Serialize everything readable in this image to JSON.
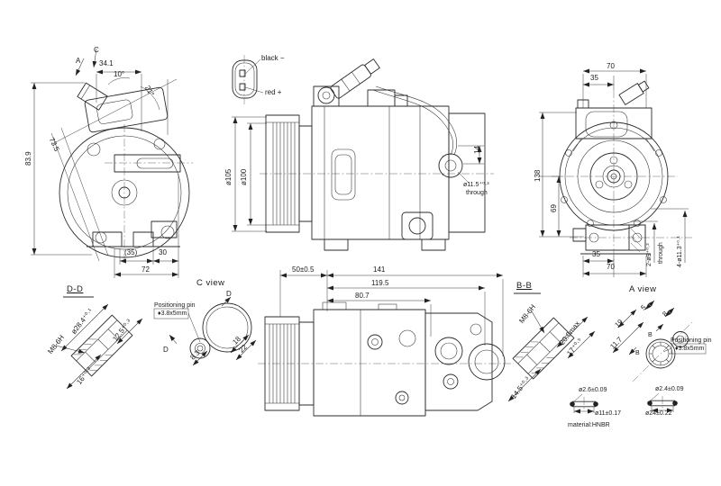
{
  "page": {
    "background": "#ffffff",
    "line_color": "#2b2b2b"
  },
  "front_view": {
    "view_arrow_a": "A",
    "view_arrow_c": "C",
    "dim_width_top": "34.1",
    "angle_tilt": "10°",
    "angle_port": "21°",
    "dim_height": "83.9",
    "dim_diag": "73.5",
    "dim_foot_ref": "(35)",
    "dim_foot": "30",
    "dim_base": "72"
  },
  "connector_detail": {
    "pin_black": "black −",
    "pin_red": "red +"
  },
  "side_view": {
    "dim_pulley_od": "ø105",
    "dim_pulley_pd": "ø100",
    "dim_lug_offset": "14",
    "dim_lug_hole": "ø11.5⁺⁰·³",
    "dim_lug_hole_note": "through"
  },
  "rear_view": {
    "dim_top_70": "70",
    "dim_top_35": "35",
    "dim_height_138": "138",
    "dim_center_69": "69",
    "dim_bottom_35": "35",
    "dim_bottom_70": "70",
    "holes_2": "2-ø9⁺⁰·³",
    "holes_2_note": "through",
    "holes_4": "4-ø11.3⁺⁰·¹"
  },
  "section_dd": {
    "label": "D-D",
    "thread": "M8-6H",
    "dim_bore": "ø28.4⁺⁰·¹",
    "dim_depth_125": "12.5⁺⁰·³",
    "dim_depth_16": "16⁺⁰·³"
  },
  "view_c": {
    "label": "C view",
    "pin_note_1": "Positioning pin",
    "pin_note_2": "♦3.8x5mm",
    "dim_18": "18",
    "dim_22": "22",
    "dim_8_3": "8.3",
    "arrow_d1": "D",
    "arrow_d2": "D"
  },
  "top_view": {
    "dim_50": "50±0.5",
    "dim_141": "141",
    "dim_119_5": "119.5",
    "dim_80_7": "80.7"
  },
  "section_bb": {
    "label": "B-B",
    "thread": "M8-6H",
    "dim_max": "20.0max",
    "dim_17": "17⁺⁰·⁵",
    "dim_14_5": "14.5⁺⁰·³"
  },
  "view_a": {
    "label": "A view",
    "dim_19": "19",
    "dim_11_7": "11.7",
    "dim_5": "5",
    "dim_8": "8",
    "arrow_b1": "B",
    "arrow_b2": "B",
    "pin_note_1": "Positioning pin",
    "pin_note_2": "♦3.8x5mm"
  },
  "oring_suction": {
    "dim_cs": "ø2.6±0.09",
    "dim_id": "ø11±0.17",
    "material": "material:HNBR"
  },
  "oring_discharge": {
    "dim_cs": "ø2.4±0.09",
    "dim_id": "ø24±0.22"
  }
}
